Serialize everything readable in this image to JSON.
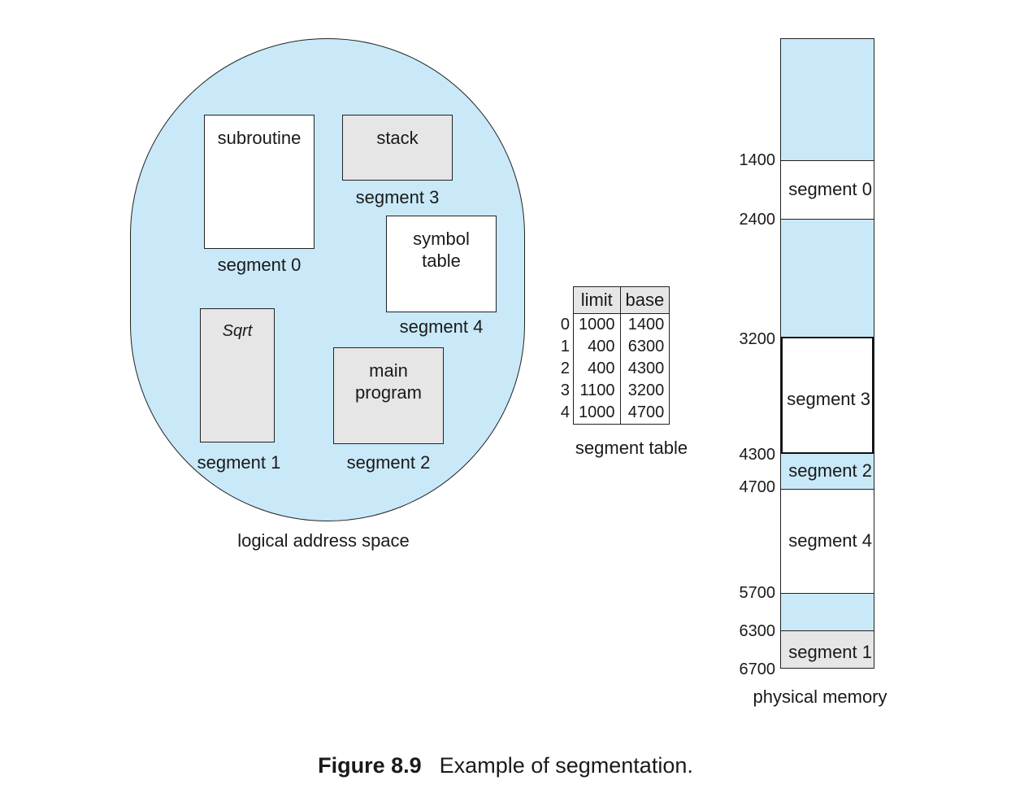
{
  "logical": {
    "label": "logical address space",
    "segments": [
      {
        "content": "subroutine",
        "label": "segment 0"
      },
      {
        "content": "Sqrt",
        "label": "segment 1"
      },
      {
        "content_line1": "main",
        "content_line2": "program",
        "label": "segment 2"
      },
      {
        "content": "stack",
        "label": "segment 3"
      },
      {
        "content_line1": "symbol",
        "content_line2": "table",
        "label": "segment 4"
      }
    ]
  },
  "segment_table": {
    "label": "segment table",
    "headers": [
      "limit",
      "base"
    ],
    "rows": [
      {
        "index": "0",
        "limit": "1000",
        "base": "1400"
      },
      {
        "index": "1",
        "limit": "400",
        "base": "6300"
      },
      {
        "index": "2",
        "limit": "400",
        "base": "4300"
      },
      {
        "index": "3",
        "limit": "1100",
        "base": "3200"
      },
      {
        "index": "4",
        "limit": "1000",
        "base": "4700"
      }
    ]
  },
  "physical": {
    "label": "physical memory",
    "addresses": [
      "1400",
      "2400",
      "3200",
      "4300",
      "4700",
      "5700",
      "6300",
      "6700"
    ],
    "segments": [
      "segment 0",
      "segment 3",
      "segment 2",
      "segment 4",
      "segment 1"
    ]
  },
  "caption": {
    "number": "Figure 8.9",
    "text": "Example of segmentation."
  },
  "colors": {
    "fill_blue": "#c9e9f8",
    "fill_gray": "#e6e6e6",
    "outline": "#222222"
  }
}
